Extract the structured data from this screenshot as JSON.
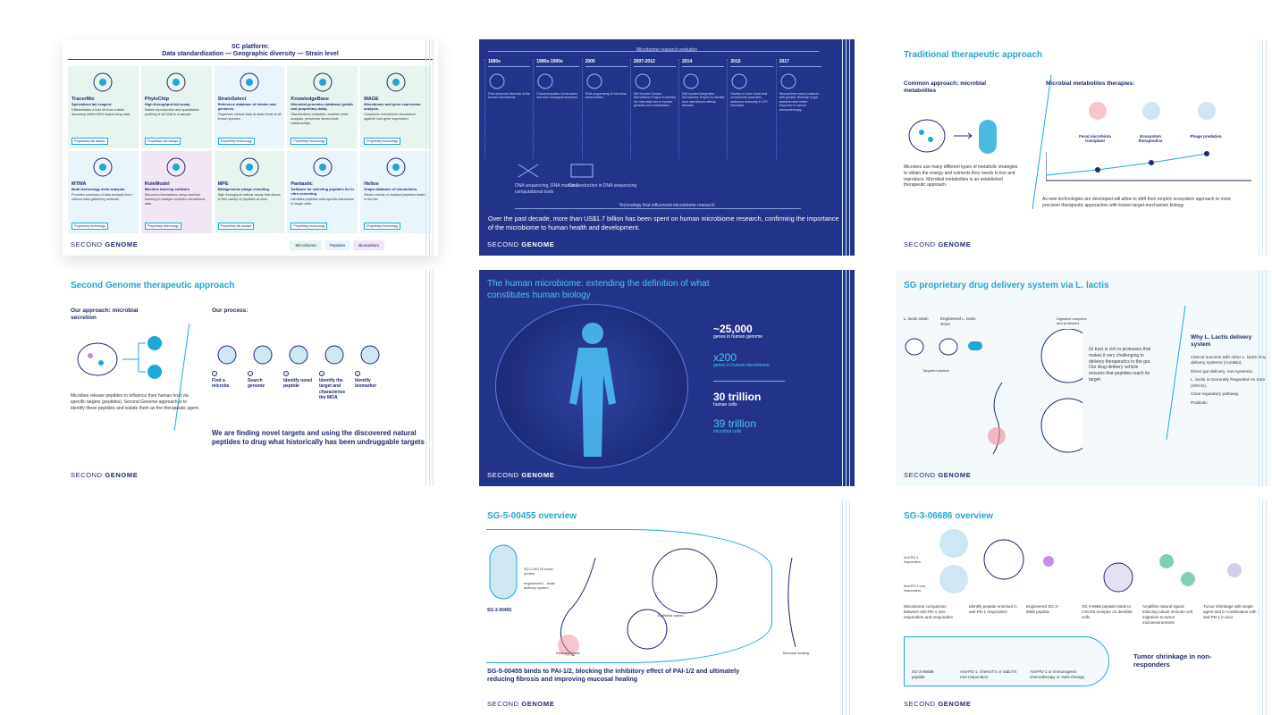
{
  "slide1": {
    "title": "SC platform:",
    "subtitle": "Data standardization — Geographic diversity — Strain level",
    "cards": [
      {
        "name": "TracerMix",
        "subtitle": "Specialized lab reagent.",
        "desc": "Differentiates a true hit from a false discovery within NGS sequencing data.",
        "tag": "Proprietary lab assays",
        "color": "g"
      },
      {
        "name": "PhyloChip",
        "subtitle": "High throughput lab assay.",
        "desc": "Makes reproducible and quantitative profiling of all DNA in a sample.",
        "tag": "Proprietary lab assays",
        "color": "g"
      },
      {
        "name": "StrainSelect",
        "subtitle": "Reference database of strains and genomes.",
        "desc": "Organizes clinical data at strain level of all known species.",
        "tag": "Proprietary technology",
        "color": "p"
      },
      {
        "name": "KnowledgeBase",
        "subtitle": "Microbial genomics database (public and proprietary data).",
        "desc": "Standardizes metadata, enables meta analysis, preserves hierarchical relationships.",
        "tag": "Proprietary technology",
        "color": "g"
      },
      {
        "name": "MAGE",
        "subtitle": "Microbiome and gene expression analysis.",
        "desc": "Compares microbiome abundance against host gene expression.",
        "tag": "Proprietary technology",
        "color": "g"
      },
      {
        "name": "MTMA",
        "subtitle": "Multi technology meta analysis.",
        "desc": "Provides summary of data analysis from various data gathering methods.",
        "tag": "Proprietary technology",
        "color": "p"
      },
      {
        "name": "RoleModel",
        "subtitle": "Machine learning software.",
        "desc": "Discovers biomarkers using machine learning to analyze complex microbiome data.",
        "tag": "Proprietary technology",
        "color": "b"
      },
      {
        "name": "MPE",
        "subtitle": "Metagenomic phage encoding.",
        "desc": "High throughput cellular assay that allows to test variety of peptides at once.",
        "tag": "Proprietary lab assays",
        "color": "g"
      },
      {
        "name": "Pantastic",
        "subtitle": "Software for selecting peptides for in vitro screening.",
        "desc": "Identifies peptides with specific interaction to target cells.",
        "tag": "Proprietary technology",
        "color": "p"
      },
      {
        "name": "Helios",
        "subtitle": "Graph database of interactions.",
        "desc": "Stores results on isolated peptides tested in the lab.",
        "tag": "Proprietary technology",
        "color": "p"
      }
    ],
    "legend": [
      "Microbiome",
      "Peptides",
      "Biomarkers"
    ]
  },
  "slide2": {
    "header": "Microbiome research evolution",
    "columns": [
      {
        "year": "1680s",
        "text": "First observed diversity of the human microbiome."
      },
      {
        "year": "1980s-1990s",
        "text": "Characterization of microbes and their biological functions."
      },
      {
        "year": "2005",
        "text": "DNA sequencing of microbial communities."
      },
      {
        "year": "2007-2012",
        "text": "NIH-funded Human Microbiome Project to identify the microbial role in human genetics and metabolism."
      },
      {
        "year": "2014",
        "text": "NIH-funded Integrative Microbiome Project to identify how microbiome affects disease."
      },
      {
        "year": "2015",
        "text": "Studies in mice show that microbiome promotes antitumor immunity in CPI therapies."
      },
      {
        "year": "2017",
        "text": "Researchers report patients with greater diversity of gut bacteria have better response to cancer immunotherapy."
      }
    ],
    "tech": [
      "DNA sequencing, RNA marker & computational tools",
      "Cost reduction in DNA sequencing"
    ],
    "tech_label": "Technology that influenced microbiome research",
    "headline": "Over the past decade, more than US$1.7 billion has been spent on human microbiome research, confirming the importance of the microbiome to human health and development."
  },
  "slide3": {
    "title": "Traditional therapeutic approach",
    "left_heading": "Common approach: microbial metabolites",
    "left_text": "Microbes use many different types of metabolic strategies to obtain the energy and nutrients they needs to live and reproduce. Microbial metabolites is an established therapeutic approach.",
    "right_heading": "Microbial metabolites therapies:",
    "therapies": [
      "Fecal microbiota transplant",
      "Ecosystem therapeutics",
      "Phage predation"
    ],
    "bottom_text": "As new technologies are developed will allow to shift from empiric ecosystem approach to more precision therapeutic approaches with known target-mechanism biology"
  },
  "slide4": {
    "title": "Second Genome therapeutic approach",
    "approach": "Our approach: microbial secretion",
    "process": "Our process:",
    "steps": [
      {
        "num": "1",
        "label": "Find a microbe"
      },
      {
        "num": "2",
        "label": "Search genome"
      },
      {
        "num": "3",
        "label": "Identify novel peptide"
      },
      {
        "num": "4",
        "label": "Identify the target and characterize the MOA"
      },
      {
        "num": "5",
        "label": "Identify biomarker"
      }
    ],
    "desc": "Microbes release peptides to influence their human host via specific targets (peptides). Second Genome approach is to identify these peptides and isolate them as the therapeutic agent.",
    "claim": "We are finding novel targets and using the discovered natural peptides to drug what historically has been undruggable targets"
  },
  "slide5": {
    "title": "The human microbiome: extending the definition of what constitutes human biology",
    "stats": [
      {
        "value": "~25,000",
        "label": "genes in human genome"
      },
      {
        "value": "x200",
        "label": "genes in human microbiome"
      },
      {
        "value": "30 trillion",
        "label": "human cells"
      },
      {
        "value": "39 trillion",
        "label": "microbial cells"
      }
    ]
  },
  "slide6": {
    "title": "SG proprietary drug delivery system via L. lactis",
    "labels": [
      "L. lactis strain",
      "Engineered L. lactis strain",
      "Targeted peptide",
      "Digestive enzymes and proteases"
    ],
    "gi_text": "GI tract is rich in proteases that makes it very challenging to delivery therapeutics to the gut. Our drug delivery vehicle ensures that peptides reach its target.",
    "why": "Why L. Lactis delivery system",
    "reasons": [
      "Clinical success with other L. lactis drug delivery systems (ActoBio).",
      "Direct gut delivery, non-systemic.",
      "L. lactis is Generally Regarded As Safe (GRAS).",
      "Clear regulatory pathway.",
      "Probiotic."
    ]
  },
  "slide7": {
    "title": "SG-5-00455 overview",
    "labels": [
      "SG-2-00176 novel protein",
      "engineered L. lactis delivery system",
      "SG-3-00455",
      "Epithelial barrier",
      "Inflamed bowel",
      "Mucosal healing"
    ],
    "claim": "SG-5-00455 binds to PAI-1/2, blocking the inhibitory effect of PAI-1/2 and ultimately reducing fibrosis and improving mucosal healing"
  },
  "slide8": {
    "title": "SG-3-06686 overview",
    "captions": [
      "Microbiome comparison between anti-PD-1 non-responders and responders",
      "Identify peptide enriched in anti-PD-1 responders",
      "Engineered SG-3-6686 peptide",
      "SG-3-6686 peptide binds to CXCR3 receptor on dendritic cells",
      "Amplifies natural ligand inducing robust immune cell migration to tumor microenvironment",
      "Tumor shrinkage with single agent and in combination with anti-PD-1 in vivo"
    ],
    "groups": [
      "Anti-PD-1 responders",
      "Anti-PD-1 non-responders"
    ],
    "bottom": [
      "SG-3-06686 peptide",
      "Anti-PD-1, chemoTX or radioTX non-responders",
      "Anti-PD-1 or immunogenic chemotherapy or radio therapy"
    ],
    "shrink": "Tumor shrinkage in non-responders"
  },
  "brand": {
    "prefix": "SECOND",
    "name": "GENOME"
  }
}
